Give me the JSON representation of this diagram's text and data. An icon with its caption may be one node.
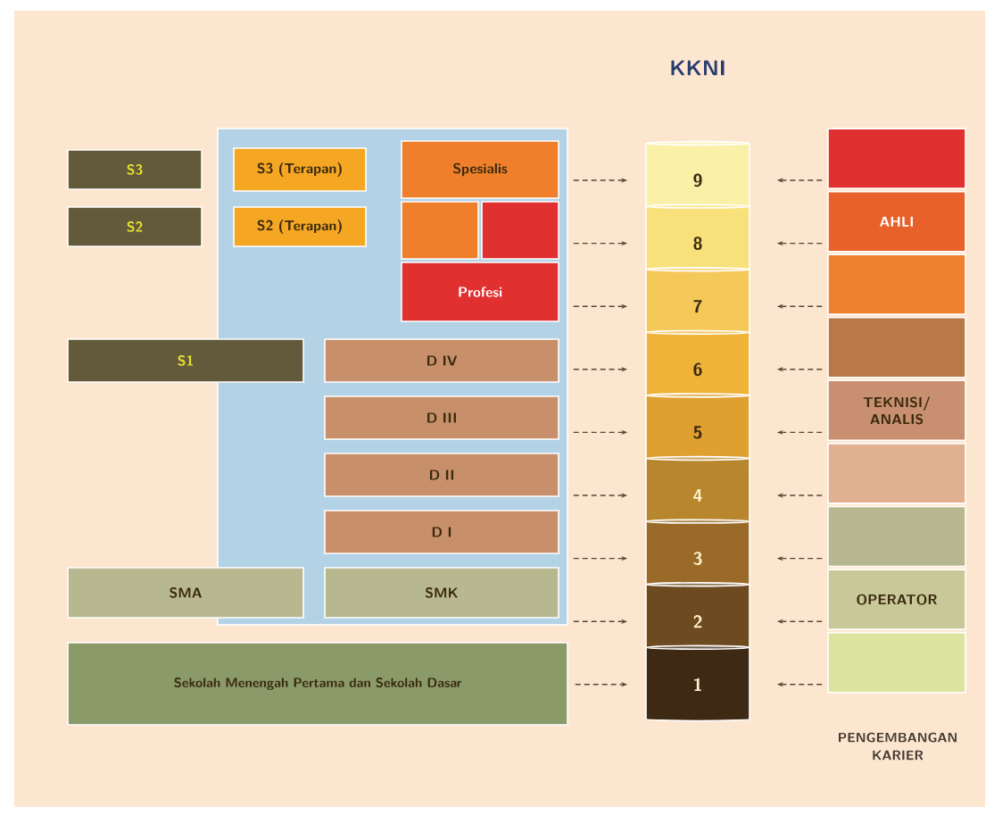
{
  "diagram": {
    "nodes": [
      {
        "text": [],
        "shape": "box"
      },
      {
        "text": [
          "S3"
        ]
      },
      {
        "text": [
          "S2"
        ]
      },
      {
        "text": [
          "S3 (Terapan)"
        ],
        "in": 0
      },
      {
        "text": [
          "S2 (Terapan)"
        ],
        "in": 0
      },
      {
        "text": [
          "Spesialis"
        ],
        "in": 0
      },
      {
        "text": [],
        "shape": "box",
        "in": 0
      },
      {
        "text": [],
        "shape": "box",
        "in": 0
      },
      {
        "text": [
          "Profesi"
        ],
        "in": 0
      },
      {
        "text": [
          "S1"
        ]
      },
      {
        "text": [
          "D IV"
        ],
        "in": 0
      },
      {
        "text": [
          "D III"
        ],
        "in": 0
      },
      {
        "text": [
          "D II"
        ],
        "in": 0
      },
      {
        "text": [
          "D I"
        ],
        "in": 0
      },
      {
        "text": [
          "SMA"
        ]
      },
      {
        "text": [
          "SMK"
        ],
        "in": 0
      },
      {
        "text": [
          "Sekolah Menengah Pertama dan Sekolah Dasar"
        ]
      },
      {
        "text": [
          "9"
        ]
      },
      {
        "text": [
          "8"
        ]
      },
      {
        "text": [
          "7"
        ]
      },
      {
        "text": [
          "6"
        ]
      },
      {
        "text": [
          "5"
        ]
      },
      {
        "text": [
          "4"
        ]
      },
      {
        "text": [
          "3"
        ]
      },
      {
        "text": [
          "2"
        ]
      },
      {
        "text": [
          "1"
        ]
      },
      {
        "text": [],
        "shape": "box"
      },
      {
        "text": [
          "AHLI"
        ]
      },
      {
        "text": [],
        "shape": "box"
      },
      {
        "text": [],
        "shape": "box"
      },
      {
        "text": [
          "TEKNISI/ ANALIS"
        ]
      },
      {
        "text": [],
        "shape": "box"
      },
      {
        "text": [],
        "shape": "box"
      },
      {
        "text": [
          "OPERATOR"
        ]
      },
      {
        "text": [],
        "shape": "box"
      }
    ],
    "edges": [
      {
        "from": 5,
        "to": 17,
        "arrow": "to",
        "style": "dashed"
      },
      {
        "from": 7,
        "to": 18,
        "arrow": "to",
        "style": "dashed"
      },
      {
        "from": 8,
        "to": 19,
        "arrow": "to",
        "style": "dashed"
      },
      {
        "from": 10,
        "to": 20,
        "arrow": "to",
        "style": "dashed"
      },
      {
        "from": 11,
        "to": 21,
        "arrow": "to",
        "style": "dashed"
      },
      {
        "from": 12,
        "to": 22,
        "arrow": "to",
        "style": "dashed"
      },
      {
        "from": 13,
        "to": 23,
        "arrow": "to",
        "style": "dashed"
      },
      {
        "from": 15,
        "to": 24,
        "arrow": "to",
        "style": "dashed"
      },
      {
        "from": 16,
        "to": 25,
        "arrow": "to",
        "style": "dashed"
      },
      {
        "from": 26,
        "to": 17,
        "arrow": "to",
        "style": "dashed"
      },
      {
        "from": 27,
        "to": 18,
        "arrow": "to",
        "style": "dashed"
      },
      {
        "from": 28,
        "to": 19,
        "arrow": "to",
        "style": "dashed"
      },
      {
        "from": 29,
        "to": 20,
        "arrow": "to",
        "style": "dashed"
      },
      {
        "from": 30,
        "to": 21,
        "arrow": "to",
        "style": "dashed"
      },
      {
        "from": 31,
        "to": 22,
        "arrow": "to",
        "style": "dashed"
      },
      {
        "from": 32,
        "to": 23,
        "arrow": "to",
        "style": "dashed"
      },
      {
        "from": 33,
        "to": 24,
        "arrow": "to",
        "style": "dashed"
      },
      {
        "from": 34,
        "to": 25,
        "arrow": "to",
        "style": "dashed"
      }
    ],
    "labels": [
      "KKNI",
      "PENGEMBANGAN KARIER"
    ]
  }
}
